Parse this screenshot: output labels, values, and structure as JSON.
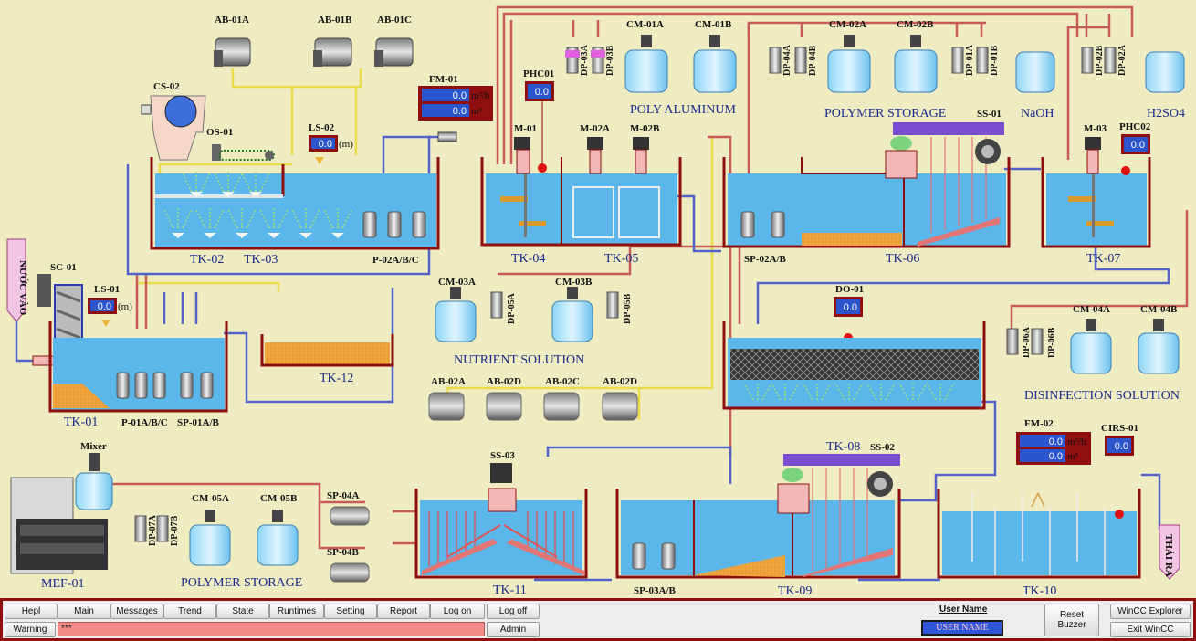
{
  "equipment": {
    "ab01a": "AB-01A",
    "ab01b": "AB-01B",
    "ab01c": "AB-01C",
    "cs02": "CS-02",
    "os01": "OS-01",
    "ls02": "LS-02",
    "fm01": "FM-01",
    "phc01": "PHC01",
    "dp03a": "DP-03A",
    "dp03b": "DP-03B",
    "cm01a": "CM-01A",
    "cm01b": "CM-01B",
    "cm02a": "CM-02A",
    "cm02b": "CM-02B",
    "dp04a": "DP-04A",
    "dp04b": "DP-04B",
    "dp01a": "DP-01A",
    "dp01b": "DP-01B",
    "dp02b": "DP-02B",
    "dp02a": "DP-02A",
    "m01": "M-01",
    "m02a": "M-02A",
    "m02b": "M-02B",
    "m03": "M-03",
    "phc02": "PHC02",
    "ss01": "SS-01",
    "sc01": "SC-01",
    "ls01": "LS-01",
    "p02abc": "P-02A/B/C",
    "sp02ab": "SP-02A/B",
    "p01abc": "P-01A/B/C",
    "sp01ab": "SP-01A/B",
    "cm03a": "CM-03A",
    "cm03b": "CM-03B",
    "dp05a": "DP-05A",
    "dp05b": "DP-05B",
    "do01": "DO-01",
    "dp06a": "DP-06A",
    "dp06b": "DP-06B",
    "cm04a": "CM-04A",
    "cm04b": "CM-04B",
    "ab02a": "AB-02A",
    "ab02d1": "AB-02D",
    "ab02c": "AB-02C",
    "ab02d2": "AB-02D",
    "mixer": "Mixer",
    "dp07a": "DP-07A",
    "dp07b": "DP-07B",
    "cm05a": "CM-05A",
    "cm05b": "CM-05B",
    "sp04a": "SP-04A",
    "sp04b": "SP-04B",
    "ss03": "SS-03",
    "sp03ab": "SP-03A/B",
    "ss02": "SS-02",
    "fm02": "FM-02",
    "cirs01": "CIRS-01"
  },
  "tanks": {
    "tk01": "TK-01",
    "tk02": "TK-02",
    "tk03": "TK-03",
    "tk04": "TK-04",
    "tk05": "TK-05",
    "tk06": "TK-06",
    "tk07": "TK-07",
    "tk08": "TK-08",
    "tk09": "TK-09",
    "tk10": "TK-10",
    "tk11": "TK-11",
    "tk12": "TK-12",
    "mef01": "MEF-01"
  },
  "groups": {
    "poly_aluminum": "POLY ALUMINUM",
    "polymer_storage_top": "POLYMER STORAGE",
    "naoh": "NaOH",
    "h2so4": "H2SO4",
    "nutrient_solution": "NUTRIENT SOLUTION",
    "disinfection_solution": "DISINFECTION SOLUTION",
    "polymer_storage_bottom": "POLYMER STORAGE",
    "inlet": "NƯỚC VÀO",
    "outlet": "THẢI RA"
  },
  "readings": {
    "fm01_flow": "0.0",
    "fm01_total": "0.0",
    "ls02": "0.0",
    "ls01": "0.0",
    "phc01": "0.0",
    "phc02": "0.0",
    "do01": "0.0",
    "fm02_flow": "0.0",
    "fm02_total": "0.0",
    "cirs01": "0.0"
  },
  "units": {
    "flow": "m³/h",
    "volume": "m³",
    "level": "(m)"
  },
  "toolbar": {
    "row1": [
      "Hepl",
      "Main",
      "Messages",
      "Trend",
      "State",
      "Runtimes",
      "Setting",
      "Report",
      "Log on",
      "Log off"
    ],
    "warning": "Warning",
    "alarm_text": "***",
    "admin": "Admin",
    "user_title": "User Name",
    "user_name": "USER NAME",
    "reset_buzzer": "Reset Buzzer",
    "wincc_explorer": "WinCC Explorer",
    "exit_wincc": "Exit WinCC"
  },
  "colors": {
    "background": "#efecc2",
    "water": "#5bb6ea",
    "display": "#2a55cc",
    "frame": "#8f0e0e",
    "sludge": "#f0a43c"
  }
}
